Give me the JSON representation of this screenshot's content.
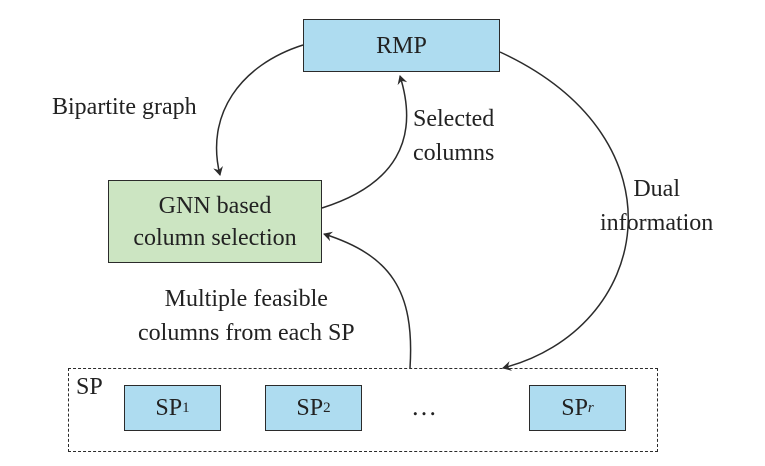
{
  "nodes": {
    "rmp": "RMP",
    "gnn_line1": "GNN based",
    "gnn_line2": "column selection",
    "sp_group": "SP",
    "sp1": {
      "base": "SP",
      "sub": "1"
    },
    "sp2": {
      "base": "SP",
      "sub": "2"
    },
    "spr": {
      "base": "SP",
      "sub": "r"
    },
    "ellipsis": "…"
  },
  "edges": {
    "bipartite": "Bipartite graph",
    "selected_1": "Selected",
    "selected_2": "columns",
    "dual_1": "Dual",
    "dual_2": "information",
    "multiple_1": "Multiple feasible",
    "multiple_2": "columns from each SP"
  },
  "colors": {
    "rmp_fill": "#aedcf0",
    "gnn_fill": "#cce5c2",
    "sp_fill": "#aedcf0",
    "stroke": "#2b2b2b"
  }
}
